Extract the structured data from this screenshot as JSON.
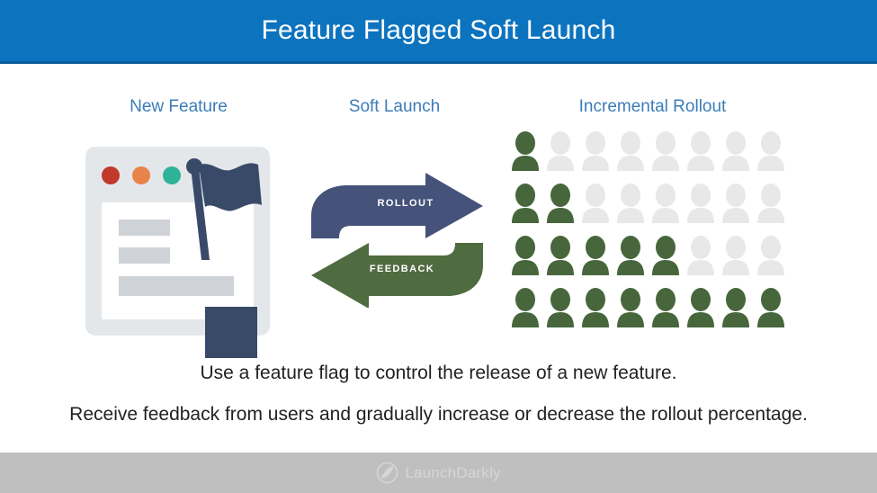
{
  "header": {
    "title": "Feature Flagged Soft Launch",
    "background_color": "#0c73bf",
    "title_color": "#ffffff"
  },
  "columns": {
    "new_feature_label": "New Feature",
    "soft_launch_label": "Soft Launch",
    "incremental_rollout_label": "Incremental Rollout",
    "label_color": "#3b7cb8"
  },
  "browser_mockup": {
    "traffic_lights": [
      {
        "name": "red",
        "color": "#c0392b"
      },
      {
        "name": "orange",
        "color": "#e8834a"
      },
      {
        "name": "green",
        "color": "#2eb398"
      }
    ],
    "content_bar_color": "#cfd3d7",
    "chrome_color": "#e4e7ea",
    "flag_color": "#394a69"
  },
  "arrows": {
    "rollout_label": "ROLLOUT",
    "rollout_color": "#45527a",
    "feedback_label": "FEEDBACK",
    "feedback_color": "#4f6b40"
  },
  "people_grid": {
    "rows": 4,
    "columns": 8,
    "active_color": "#47663c",
    "inactive_color": "#e8e8e8",
    "active_per_row": [
      1,
      2,
      5,
      8
    ],
    "row_data": [
      {
        "active": 1,
        "total": 8
      },
      {
        "active": 2,
        "total": 8
      },
      {
        "active": 5,
        "total": 8
      },
      {
        "active": 8,
        "total": 8
      }
    ]
  },
  "captions": {
    "line1": "Use a feature flag to control the release of a new feature.",
    "line2": "Receive feedback from users and gradually increase or decrease the rollout percentage.",
    "color": "#231f20"
  },
  "footer": {
    "wordmark": "LaunchDarkly",
    "background_color": "#bfbfbf",
    "text_color": "#d6d6d6"
  }
}
